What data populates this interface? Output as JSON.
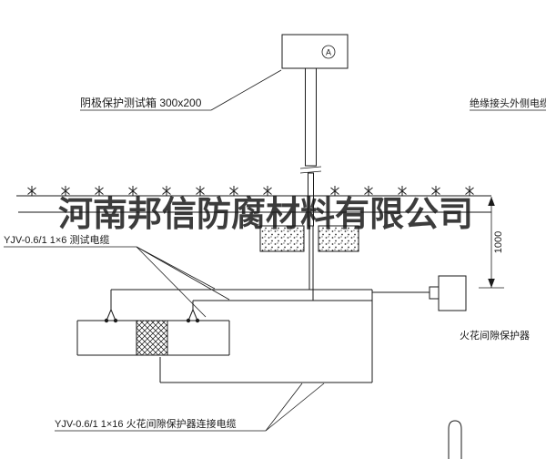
{
  "labels": {
    "test_box": "阴极保护测试箱 300x200",
    "insulating_joint_cable": "绝缘接头外侧电缆",
    "test_cable": "YJV-0.6/1 1×6  测试电缆",
    "protector": "火花间隙保护器",
    "protector_cable": "YJV-0.6/1 1×16  火花间隙保护器连接电缆",
    "dimension_depth": "1000",
    "meter_symbol": "A"
  },
  "watermark": "河南邦信防腐材料有限公司",
  "icons": {
    "ground_hatch": "soil-hatch-asterisk",
    "circle_a": "circled-letter-A",
    "staple": "inverted-u-anchor"
  },
  "colors": {
    "line": "#1a1a1a",
    "background": "#ffffff",
    "watermark": "#1b1b1b"
  }
}
